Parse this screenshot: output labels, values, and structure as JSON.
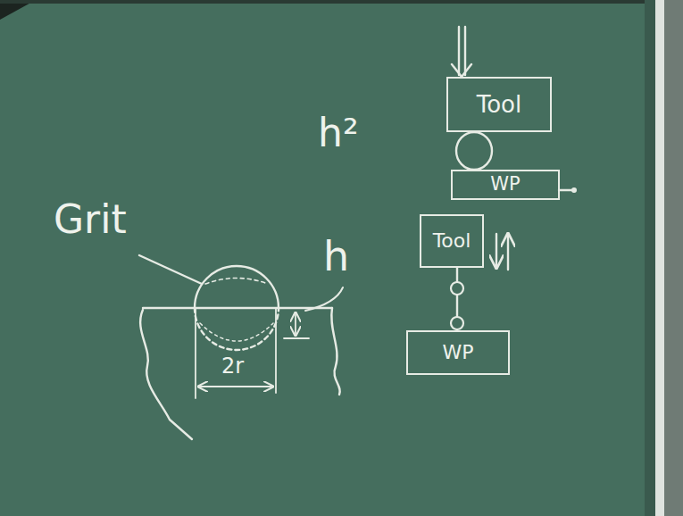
{
  "diagram": {
    "nodes": [
      {
        "text": [
          "Tool"
        ]
      },
      {
        "text": [
          "WP"
        ]
      },
      {
        "text": [
          "Tool"
        ]
      },
      {
        "text": [
          "WP"
        ]
      }
    ],
    "edges": [
      {
        "from": 2,
        "to": 3,
        "arrow": "none"
      }
    ],
    "labels": [
      "Grit",
      "h²",
      "h",
      "2r"
    ]
  }
}
